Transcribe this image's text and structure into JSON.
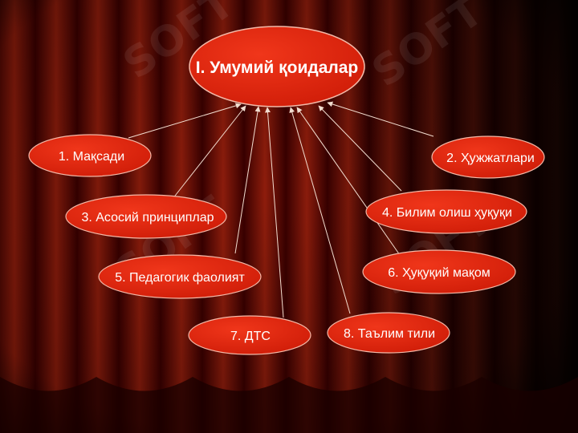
{
  "watermark": "SOFT",
  "center": {
    "label": "I. Умумий қоидалар"
  },
  "nodes": [
    {
      "label": "1. Мақсади"
    },
    {
      "label": "2. Ҳужжатлари"
    },
    {
      "label": "3. Асосий принциплар"
    },
    {
      "label": "4. Билим олиш ҳуқуқи"
    },
    {
      "label": "5. Педагогик фаолият"
    },
    {
      "label": "6. Ҳуқуқий мақом"
    },
    {
      "label": "7. ДТС"
    },
    {
      "label": "8. Таълим тили"
    }
  ],
  "colors": {
    "ellipse_fill": "#e0200a",
    "ellipse_stroke": "#f4b9a8",
    "arrow": "#f2ddd0",
    "curtain_dark": "#2a0000",
    "curtain_light": "#8a1a0a"
  }
}
